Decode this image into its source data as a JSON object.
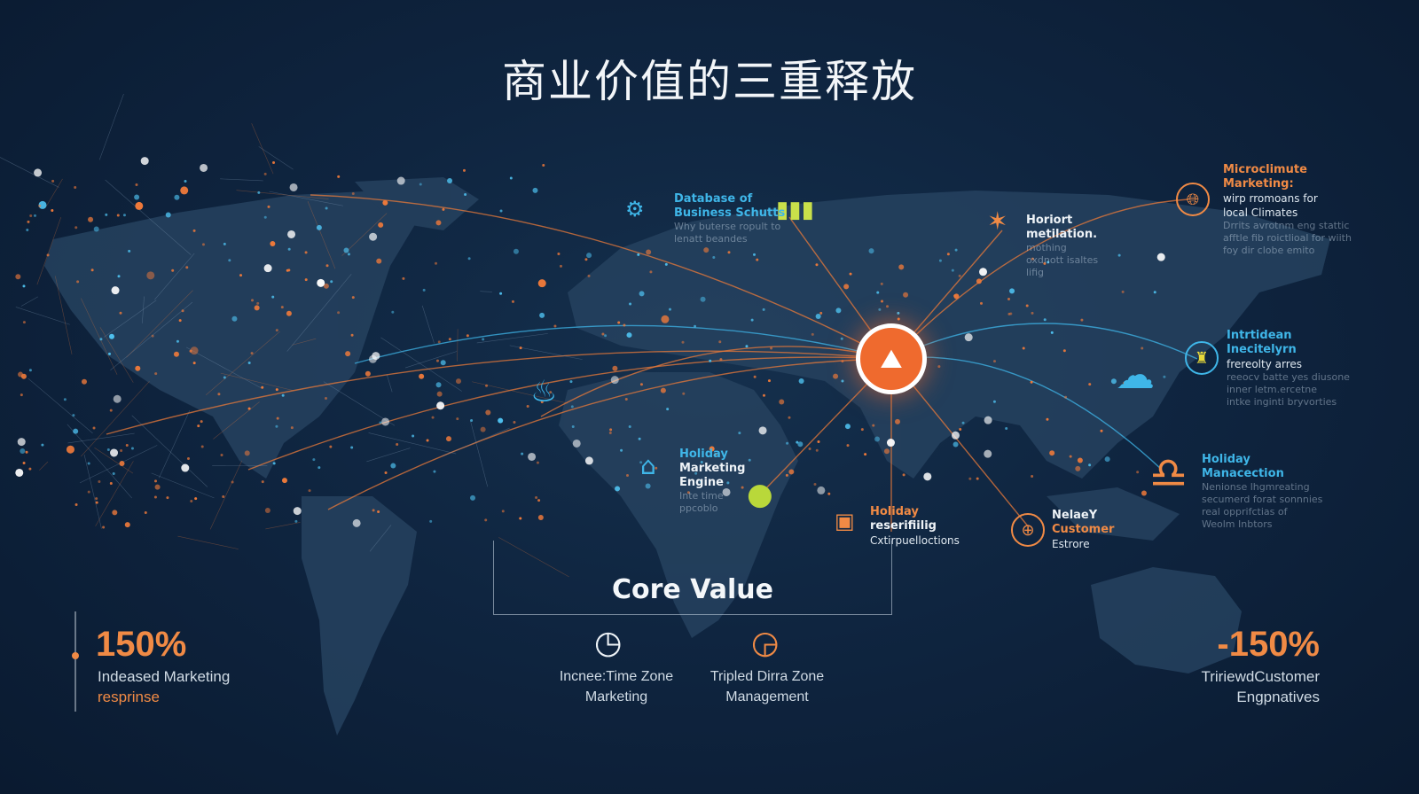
{
  "title": "商业价值的三重释放",
  "colors": {
    "background": "#0f2540",
    "accent_orange": "#ef6a2e",
    "accent_blue": "#3fb6e8",
    "land": "#2a4866"
  },
  "hub": {
    "icon": "team-network-icon"
  },
  "callouts": [
    {
      "id": "database",
      "title": [
        "Database of",
        "Business Schutts"
      ],
      "sub": [
        "Why buterse ropult to",
        "lenatt beandes"
      ],
      "icon": "gears-icon"
    },
    {
      "id": "horiort",
      "title": [
        "Horiort",
        "metilation."
      ],
      "sub": [
        "mothing",
        "oxdnott isaltes",
        "lifig"
      ],
      "icon": "map-region-icon"
    },
    {
      "id": "microclimate",
      "title": [
        "Microclimute",
        "Marketing:"
      ],
      "mid": [
        "wirp rromoans for",
        "local Climates"
      ],
      "sub": [
        "Drrits avrotnm eng stattic",
        "afftle fib roictlioal for wiith",
        "foy dir clobe emito"
      ],
      "icon": "globe-icon"
    },
    {
      "id": "intelligent",
      "title": [
        "Intrtidean",
        "Inecitelyrn"
      ],
      "mid": [
        "frereolty arres"
      ],
      "sub": [
        "reeocv batte yes diusone",
        "inner letm.ercetne",
        "intke inginti bryvorties"
      ],
      "icon": "trophy-icon"
    },
    {
      "id": "holiday-engine",
      "title": [
        "Holiday",
        "Marketing",
        "Engine"
      ],
      "sub": [
        "Inte time",
        "ppcoblo"
      ],
      "icon": "house-icon"
    },
    {
      "id": "holiday-res",
      "title": [
        "Holiday",
        "reserifiilig"
      ],
      "mid": [
        "Cxtirpuelloctions"
      ],
      "icon": "image-icon"
    },
    {
      "id": "customer",
      "title": [
        "NelaeY",
        "Customer"
      ],
      "mid": [
        "Estrore"
      ],
      "icon": "globe-grid-icon"
    },
    {
      "id": "holiday-man",
      "title": [
        "Holiday",
        "Manacection"
      ],
      "sub": [
        "Nenionse lhgmreating",
        "secumerd forat sonnnies",
        "real opprifctias of",
        "Weolm Inbtors"
      ],
      "icon": "people-icon"
    }
  ],
  "core": {
    "label": "Core Value"
  },
  "benefits": [
    {
      "label": [
        "Incnee:Time Zone",
        "Marketing"
      ],
      "icon": "clock-icon"
    },
    {
      "label": [
        "Tripled Dirra Zone",
        "Management"
      ],
      "icon": "clock-check-icon"
    }
  ],
  "stats": [
    {
      "value": "150%",
      "label": [
        "Indeased Marketing",
        "resprinse"
      ]
    },
    {
      "value": "-150%",
      "label": [
        "TririewdCustomer",
        "Engpnatives"
      ]
    }
  ]
}
